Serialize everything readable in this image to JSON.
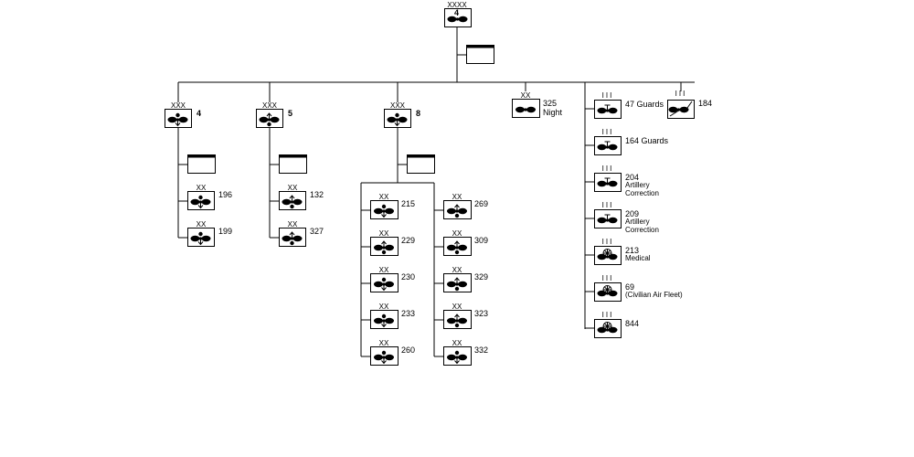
{
  "diagram": {
    "type": "order-of-battle",
    "colors": {
      "line": "#000000",
      "background": "#ffffff"
    },
    "root": {
      "echelon": "XXXX",
      "designation": "4",
      "symbol": "aviation"
    },
    "hq_box": {
      "kind": "headquarters"
    },
    "corps": [
      {
        "echelon": "XXX",
        "designation": "4",
        "symbol": "aviation-bomber",
        "divisions": [
          {
            "echelon": "XX",
            "designation": "196",
            "symbol": "aviation-bomber"
          },
          {
            "echelon": "XX",
            "designation": "199",
            "symbol": "aviation-bomber"
          }
        ]
      },
      {
        "echelon": "XXX",
        "designation": "5",
        "symbol": "aviation-fighter",
        "divisions": [
          {
            "echelon": "XX",
            "designation": "132",
            "symbol": "aviation-fighter"
          },
          {
            "echelon": "XX",
            "designation": "327",
            "symbol": "aviation-fighter"
          }
        ]
      },
      {
        "echelon": "XXX",
        "designation": "8",
        "symbol": "aviation-bomber",
        "divisions_left": [
          {
            "echelon": "XX",
            "designation": "215",
            "symbol": "aviation-bomber"
          },
          {
            "echelon": "XX",
            "designation": "229",
            "symbol": "aviation-fighter"
          },
          {
            "echelon": "XX",
            "designation": "230",
            "symbol": "aviation-bomber"
          },
          {
            "echelon": "XX",
            "designation": "233",
            "symbol": "aviation-bomber"
          },
          {
            "echelon": "XX",
            "designation": "260",
            "symbol": "aviation-bomber"
          }
        ],
        "divisions_right": [
          {
            "echelon": "XX",
            "designation": "269",
            "symbol": "aviation-fighter"
          },
          {
            "echelon": "XX",
            "designation": "309",
            "symbol": "aviation-fighter"
          },
          {
            "echelon": "XX",
            "designation": "329",
            "symbol": "aviation-fighter"
          },
          {
            "echelon": "XX",
            "designation": "323",
            "symbol": "aviation-fighter"
          },
          {
            "echelon": "XX",
            "designation": "332",
            "symbol": "aviation-bomber"
          }
        ]
      }
    ],
    "night_division": {
      "echelon": "XX",
      "designation": "325",
      "note": "Night",
      "symbol": "aviation"
    },
    "regiments": [
      {
        "echelon": "III",
        "designation": "47 Guards",
        "symbol": "aviation-recon"
      },
      {
        "echelon": "III",
        "designation": "164 Guards",
        "symbol": "aviation-recon"
      },
      {
        "echelon": "III",
        "designation": "204",
        "note": [
          "Artillery",
          "Correction"
        ],
        "symbol": "aviation-recon"
      },
      {
        "echelon": "III",
        "designation": "209",
        "note": [
          "Artillery",
          "Correction"
        ],
        "symbol": "aviation-recon"
      },
      {
        "echelon": "III",
        "designation": "213",
        "note": [
          "Medical"
        ],
        "symbol": "aviation-medical"
      },
      {
        "echelon": "III",
        "designation": "69",
        "note": [
          "(Civilian Air Fleet)"
        ],
        "symbol": "aviation-medical"
      },
      {
        "echelon": "III",
        "designation": "844",
        "symbol": "aviation-medical"
      }
    ],
    "signal_regiment": {
      "echelon": "III",
      "designation": "184",
      "symbol": "signal"
    }
  }
}
